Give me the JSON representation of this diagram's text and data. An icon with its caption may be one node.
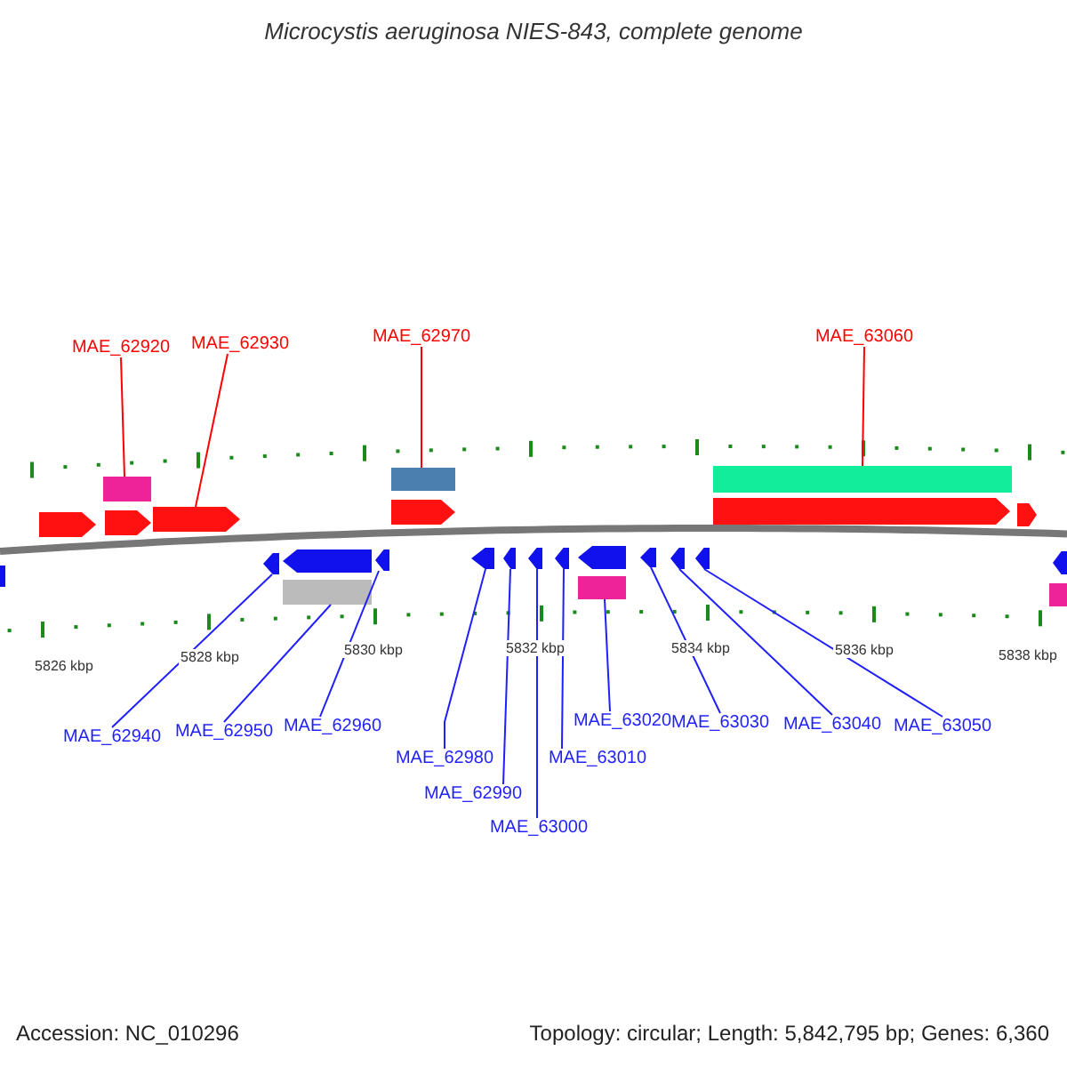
{
  "diagram": {
    "title": "Microcystis aeruginosa NIES-843, complete genome",
    "nodes": [
      {
        "text": [
          "MAE_62920"
        ]
      },
      {
        "text": [
          "MAE_62930"
        ]
      },
      {
        "text": [
          "MAE_62970"
        ]
      },
      {
        "text": [
          "MAE_63060"
        ]
      },
      {
        "text": [
          "MAE_62940"
        ]
      },
      {
        "text": [
          "MAE_62950"
        ]
      },
      {
        "text": [
          "MAE_62960"
        ]
      },
      {
        "text": [
          "MAE_62980"
        ]
      },
      {
        "text": [
          "MAE_62990"
        ]
      },
      {
        "text": [
          "MAE_63000"
        ]
      },
      {
        "text": [
          "MAE_63010"
        ]
      },
      {
        "text": [
          "MAE_63020"
        ]
      },
      {
        "text": [
          "MAE_63030"
        ]
      },
      {
        "text": [
          "MAE_63040"
        ]
      },
      {
        "text": [
          "MAE_63050"
        ]
      },
      {
        "text": [],
        "shape": "bar"
      },
      {
        "text": [],
        "shape": "arrow"
      },
      {
        "text": [],
        "shape": "bar"
      },
      {
        "text": [],
        "shape": "bar"
      },
      {
        "text": [],
        "shape": "arrow"
      },
      {
        "text": [],
        "shape": "bar"
      },
      {
        "text": [],
        "shape": "arrow"
      },
      {
        "text": [],
        "shape": "arrow"
      },
      {
        "text": [],
        "shape": "arrow"
      },
      {
        "text": [],
        "shape": "arrow"
      },
      {
        "text": [],
        "shape": "arrow"
      },
      {
        "text": [],
        "shape": "bar"
      },
      {
        "text": [],
        "shape": "arrow"
      },
      {
        "text": [],
        "shape": "arrow"
      },
      {
        "text": [],
        "shape": "arrow"
      },
      {
        "text": [],
        "shape": "bar"
      },
      {
        "text": [],
        "shape": "arrow"
      },
      {
        "text": [],
        "shape": "arrow"
      },
      {
        "text": [],
        "shape": "arrow"
      },
      {
        "text": [],
        "shape": "arrow"
      },
      {
        "text": [],
        "shape": "arrow"
      },
      {
        "text": [],
        "shape": "arrow"
      },
      {
        "text": [],
        "shape": "arrow"
      },
      {
        "text": [],
        "shape": "bar"
      },
      {
        "text": [],
        "shape": "arrow"
      }
    ],
    "edges": [
      {
        "from": 0,
        "to": 15,
        "arrow": "none",
        "color": "#ff0000"
      },
      {
        "from": 1,
        "to": 16,
        "arrow": "none",
        "color": "#ff0000"
      },
      {
        "from": 2,
        "to": 17,
        "arrow": "none",
        "color": "#ff0000"
      },
      {
        "from": 3,
        "to": 18,
        "arrow": "none",
        "color": "#ff0000"
      },
      {
        "from": 4,
        "to": 19,
        "arrow": "none"
      },
      {
        "from": 5,
        "to": 20,
        "arrow": "none"
      },
      {
        "from": 6,
        "to": 21,
        "arrow": "none"
      },
      {
        "from": 7,
        "to": 22,
        "arrow": "none"
      },
      {
        "from": 8,
        "to": 23,
        "arrow": "none"
      },
      {
        "from": 9,
        "to": 24,
        "arrow": "none"
      },
      {
        "from": 10,
        "to": 25,
        "arrow": "none"
      },
      {
        "from": 11,
        "to": 26,
        "arrow": "none"
      },
      {
        "from": 12,
        "to": 27,
        "arrow": "none"
      },
      {
        "from": 13,
        "to": 28,
        "arrow": "none"
      },
      {
        "from": 14,
        "to": 29,
        "arrow": "none"
      }
    ],
    "labels": [
      "5826 kbp",
      "5828 kbp",
      "5830 kbp",
      "5832 kbp",
      "5834 kbp",
      "5836 kbp",
      "5838 kbp",
      "Accession: NC_010296",
      "Topology: circular; Length: 5,842,795 bp; Genes: 6,360"
    ]
  }
}
